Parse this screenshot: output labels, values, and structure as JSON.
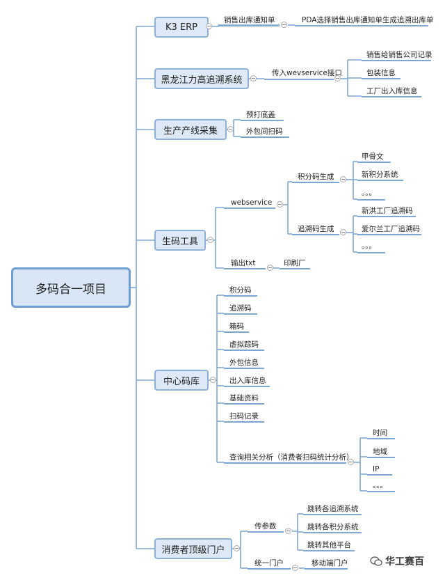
{
  "root": "多码合一项目",
  "branches": {
    "k3": {
      "label": "K3 ERP",
      "child": "销售出库通知单",
      "grandchild": "PDA选择销售出库通知单生成追溯出库单"
    },
    "hlj": {
      "label": "黑龙江力高追溯系统",
      "child": "传入wevservice接口",
      "items": [
        "销售给销售公司记录",
        "包装信息",
        "工厂出入库信息"
      ]
    },
    "prod": {
      "label": "生产产线采集",
      "items": [
        "预打底盖",
        "外包间扫码"
      ]
    },
    "gen": {
      "label": "生码工具",
      "webservice": "webservice",
      "points": {
        "label": "积分码生成",
        "items": [
          "甲骨文",
          "新积分系统",
          "。。。"
        ]
      },
      "trace": {
        "label": "追溯码生成",
        "items": [
          "新洪工厂追溯码",
          "爱尔兰工厂追溯码",
          "。。。"
        ]
      },
      "output": "输出txt",
      "printer": "印刷厂"
    },
    "center": {
      "label": "中心码库",
      "items": [
        "积分码",
        "追溯码",
        "箱码",
        "虚拟踪码",
        "外包信息",
        "出入库信息",
        "基础资料",
        "扫码记录"
      ],
      "query": "查询相关分析（消费者扫码统计分析）",
      "query_items": [
        "时间",
        "地域",
        "IP",
        "。。。"
      ]
    },
    "portal": {
      "label": "消费者顶级门户",
      "params": "传参数",
      "param_items": [
        "跳转各追溯系统",
        "跳转各积分系统",
        "跳转其他平台"
      ],
      "unified": "统一门户",
      "mobile": "移动端门户"
    }
  },
  "watermark": "华工赛百",
  "colors": {
    "line": "#7ea6d3",
    "box_fill": "#dde9f6",
    "box_border": "#8fb1d8",
    "root_border": "#6e9ed1"
  }
}
